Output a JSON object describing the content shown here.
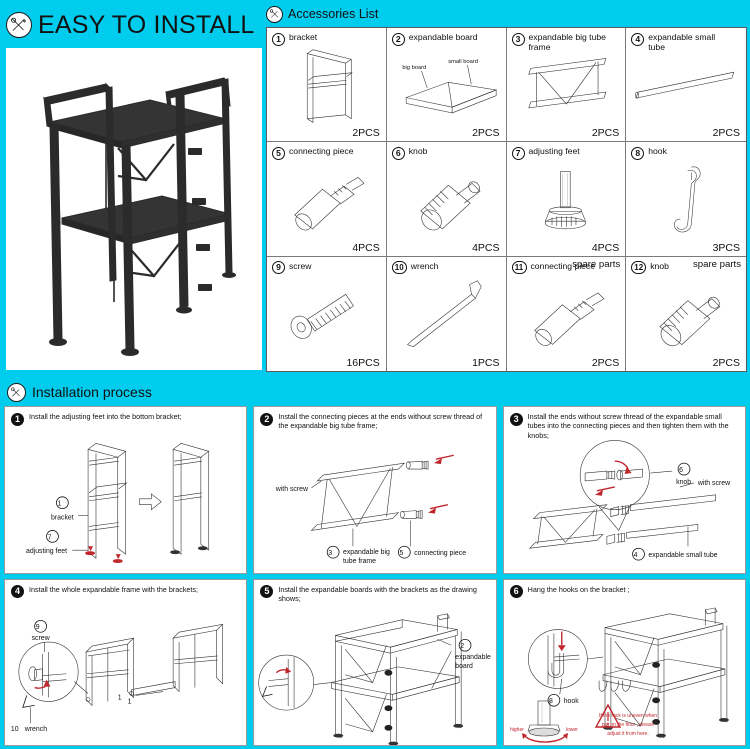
{
  "header": {
    "easy_title": "EASY TO INSTALL",
    "tool_icon": "hammer-wrench-icon",
    "accessories_title": "Accessories List",
    "install_title": "Installation process"
  },
  "product": {
    "alt": "two-tier black metal expandable rack",
    "color": "#2b2b2b"
  },
  "accessories": [
    {
      "num": "1",
      "name": "bracket",
      "qty": "2PCS",
      "spare": "",
      "art": "bracket"
    },
    {
      "num": "2",
      "name": "expandable board",
      "qty": "2PCS",
      "spare": "",
      "art": "board",
      "sub": [
        "big board",
        "small board"
      ]
    },
    {
      "num": "3",
      "name": "expandable big tube frame",
      "qty": "2PCS",
      "spare": "",
      "art": "bigtube"
    },
    {
      "num": "4",
      "name": "expandable small tube",
      "qty": "2PCS",
      "spare": "",
      "art": "smalltube"
    },
    {
      "num": "5",
      "name": "connecting piece",
      "qty": "4PCS",
      "spare": "",
      "art": "connector"
    },
    {
      "num": "6",
      "name": "knob",
      "qty": "4PCS",
      "spare": "",
      "art": "knob"
    },
    {
      "num": "7",
      "name": "adjusting feet",
      "qty": "4PCS",
      "spare": "",
      "art": "foot"
    },
    {
      "num": "8",
      "name": "hook",
      "qty": "3PCS",
      "spare": "",
      "art": "hook"
    },
    {
      "num": "9",
      "name": "screw",
      "qty": "16PCS",
      "spare": "",
      "art": "screw"
    },
    {
      "num": "10",
      "name": "wrench",
      "qty": "1PCS",
      "spare": "",
      "art": "wrench"
    },
    {
      "num": "11",
      "name": "connecting piece",
      "qty": "2PCS",
      "spare": "spare parts",
      "art": "connector"
    },
    {
      "num": "12",
      "name": "knob",
      "qty": "2PCS",
      "spare": "spare parts",
      "art": "knob"
    }
  ],
  "steps": [
    {
      "num": "1",
      "text": "Install the adjusting feet into the  bottom bracket;",
      "callouts": [
        {
          "num": "1",
          "label": "bracket"
        },
        {
          "num": "7",
          "label": "adjusting feet"
        }
      ]
    },
    {
      "num": "2",
      "text": "Install the connecting pieces at the ends without screw thread of the expandable big tube frame;",
      "callouts": [
        {
          "num": "",
          "label": "with screw"
        },
        {
          "num": "3",
          "label": "expandable big tube frame"
        },
        {
          "num": "5",
          "label": "connecting piece"
        }
      ]
    },
    {
      "num": "3",
      "text": "Install the ends without screw thread of the expandable small tubes into the connecting pieces and then tighten them with the knobs;",
      "callouts": [
        {
          "num": "6",
          "label": "knob"
        },
        {
          "num": "",
          "label": "with screw"
        },
        {
          "num": "4",
          "label": "expandable small tube"
        }
      ]
    },
    {
      "num": "4",
      "text": "Install the whole expandable frame with the brackets;",
      "callouts": [
        {
          "num": "9",
          "label": "screw"
        },
        {
          "num": "10",
          "label": "wrench"
        }
      ]
    },
    {
      "num": "5",
      "text": "Install the expandable boards with the brackets as the drawing shows;",
      "callouts": [
        {
          "num": "2",
          "label": "expandable board"
        }
      ]
    },
    {
      "num": "6",
      "text": "Hang the hooks on the bracket ;",
      "callouts": [
        {
          "num": "8",
          "label": "hook"
        }
      ],
      "note": {
        "higher": "higher",
        "lower": "lower",
        "warning": "If the rack is uneven when put on the floor , please adjust it from here.",
        "icon": "warning-triangle-icon"
      }
    }
  ],
  "colors": {
    "background": "#00ccee",
    "panel": "#ffffff",
    "line": "#111111",
    "red": "#c0272d"
  }
}
